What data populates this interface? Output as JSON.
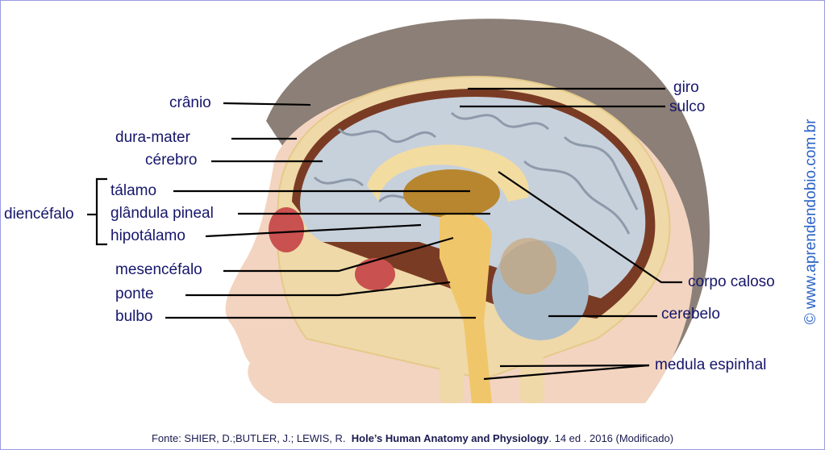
{
  "labels": {
    "cranio": "crânio",
    "dura_mater": "dura-mater",
    "cerebro": "cérebro",
    "diencefalo": "diencéfalo",
    "talamo": "tálamo",
    "glandula_pineal": "glândula pineal",
    "hipotalamo": "hipotálamo",
    "mesencefalo": "mesencéfalo",
    "ponte": "ponte",
    "bulbo": "bulbo",
    "giro": "giro",
    "sulco": "sulco",
    "corpo_caloso": "corpo caloso",
    "cerebelo": "cerebelo",
    "medula_espinhal": "medula espinhal"
  },
  "watermark": "© www.aprendendobio.com.br",
  "footer": {
    "prefix": "Fonte: SHIER, D.;BUTLER, J.; LEWIS, R.",
    "title": "Hole’s Human Anatomy and Physiology",
    "suffix": ". 14 ed . 2016 (Modificado)"
  },
  "colors": {
    "label": "#16166b",
    "watermark": "#2b63c6"
  }
}
